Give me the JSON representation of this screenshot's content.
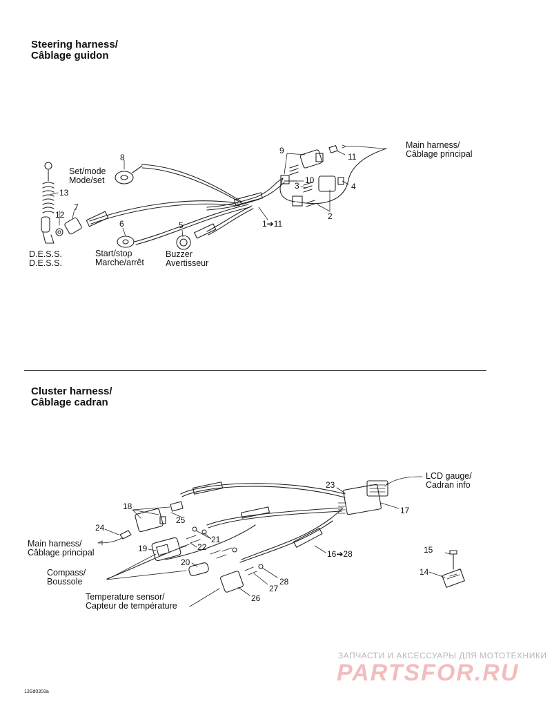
{
  "steering": {
    "title_line1": "Steering harness/",
    "title_line2": "Câblage guidon",
    "labels": {
      "set_mode": "Set/mode",
      "mode_set": "Mode/set",
      "dess_en": "D.E.S.S.",
      "dess_fr": "D.E.S.S.",
      "start_stop": "Start/stop",
      "marche_arret": "Marche/arrêt",
      "buzzer": "Buzzer",
      "avertisseur": "Avertisseur",
      "main_harness": "Main harness/",
      "cablage_principal": "Câblage principal"
    },
    "callouts": [
      "8",
      "13",
      "12",
      "7",
      "6",
      "5",
      "9",
      "10",
      "11",
      "3",
      "4",
      "2",
      "1➔11"
    ]
  },
  "cluster": {
    "title_line1": "Cluster harness/",
    "title_line2": "Câblage cadran",
    "labels": {
      "lcd_gauge": "LCD gauge/",
      "cadran_info": "Cadran info",
      "main_harness": "Main harness/",
      "cablage_principal": "Câblage principal",
      "compass": "Compass/",
      "boussole": "Boussole",
      "temp_sensor": "Temperature sensor/",
      "capteur_temp": "Capteur de température"
    },
    "callouts": [
      "23",
      "17",
      "18",
      "25",
      "24",
      "21",
      "22",
      "19",
      "20",
      "16➔28",
      "15",
      "14",
      "27",
      "28",
      "26"
    ]
  },
  "watermark": {
    "tagline": "ЗАПЧАСТИ И АКСЕССУАРЫ ДЛЯ МОТОТЕХНИКИ",
    "logo": "PARTSFOR.RU"
  },
  "footer_code": "13Sd0303a"
}
